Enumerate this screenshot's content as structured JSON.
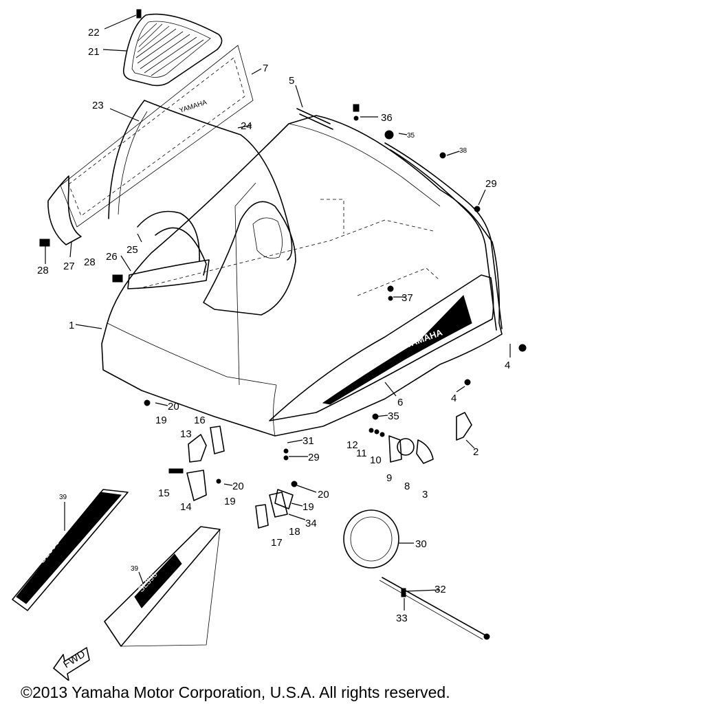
{
  "diagram": {
    "markings": {
      "hood_brand": "YAMAHA",
      "windshield_brand": "YAMAHA",
      "stripe_left": "SL396",
      "stripe_right": "SL396",
      "fwd": "FWD"
    },
    "callouts": [
      {
        "id": "c22",
        "text": "22"
      },
      {
        "id": "c21",
        "text": "21"
      },
      {
        "id": "c7",
        "text": "7"
      },
      {
        "id": "c5",
        "text": "5"
      },
      {
        "id": "c36",
        "text": "36"
      },
      {
        "id": "c23",
        "text": "23"
      },
      {
        "id": "c24",
        "text": "24"
      },
      {
        "id": "c35a",
        "text": "35"
      },
      {
        "id": "c38",
        "text": "38"
      },
      {
        "id": "c29a",
        "text": "29"
      },
      {
        "id": "c25",
        "text": "25"
      },
      {
        "id": "c28a",
        "text": "28"
      },
      {
        "id": "c27",
        "text": "27"
      },
      {
        "id": "c28b",
        "text": "28"
      },
      {
        "id": "c26",
        "text": "26"
      },
      {
        "id": "c37",
        "text": "37"
      },
      {
        "id": "c1",
        "text": "1"
      },
      {
        "id": "c4a",
        "text": "4"
      },
      {
        "id": "c4b",
        "text": "4"
      },
      {
        "id": "c6",
        "text": "6"
      },
      {
        "id": "c20a",
        "text": "20"
      },
      {
        "id": "c19a",
        "text": "19"
      },
      {
        "id": "c35b",
        "text": "35"
      },
      {
        "id": "c16",
        "text": "16"
      },
      {
        "id": "c13",
        "text": "13"
      },
      {
        "id": "c31",
        "text": "31"
      },
      {
        "id": "c29b",
        "text": "29"
      },
      {
        "id": "c12",
        "text": "12"
      },
      {
        "id": "c11",
        "text": "11"
      },
      {
        "id": "c10",
        "text": "10"
      },
      {
        "id": "c2",
        "text": "2"
      },
      {
        "id": "c9",
        "text": "9"
      },
      {
        "id": "c8",
        "text": "8"
      },
      {
        "id": "c3",
        "text": "3"
      },
      {
        "id": "c15",
        "text": "15"
      },
      {
        "id": "c20b",
        "text": "20"
      },
      {
        "id": "c14",
        "text": "14"
      },
      {
        "id": "c19b",
        "text": "19"
      },
      {
        "id": "c20c",
        "text": "20"
      },
      {
        "id": "c19c",
        "text": "19"
      },
      {
        "id": "c34",
        "text": "34"
      },
      {
        "id": "c39a",
        "text": "39"
      },
      {
        "id": "c18",
        "text": "18"
      },
      {
        "id": "c17",
        "text": "17"
      },
      {
        "id": "c30",
        "text": "30"
      },
      {
        "id": "c39b",
        "text": "39"
      },
      {
        "id": "c32",
        "text": "32"
      },
      {
        "id": "c33",
        "text": "33"
      }
    ]
  },
  "footer": {
    "copyright": "©2013 Yamaha Motor Corporation, U.S.A. All rights reserved."
  }
}
